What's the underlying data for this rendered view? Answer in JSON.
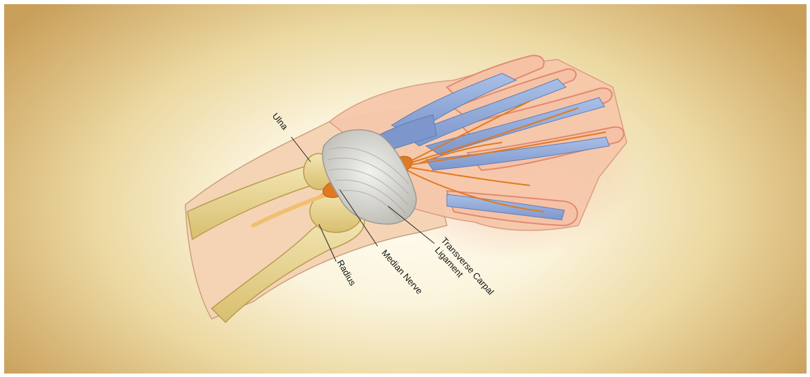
{
  "labels": {
    "ulna": "Ulna",
    "radius": "Radius",
    "median_nerve": "Median Nerve",
    "transverse_carpal_line1": "Transverse Carpal",
    "transverse_carpal_line2": "Ligament"
  },
  "colors": {
    "background_center": "#fffdf4",
    "background_edge": "#c99f5a",
    "skin": "#f4c9a8",
    "bone": "#e6d28e",
    "tendon": "#8aa6d8",
    "nerve": "#e0781e",
    "ligament": "#dcdcd8"
  }
}
